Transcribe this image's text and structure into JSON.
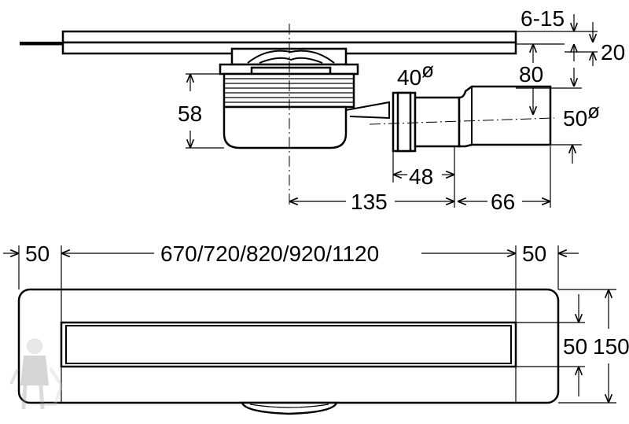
{
  "drawing": {
    "side_view": {
      "grate_height": "6-15",
      "frame_height": "20",
      "trap_depth": "80",
      "outlet_diameter_small": "40",
      "body_height": "58",
      "outlet_diameter_large": "50",
      "spigot_length": "48",
      "center_to_spigot": "135",
      "pipe_length": "66",
      "diameter_symbol": "ø"
    },
    "top_view": {
      "left_margin": "50",
      "channel_lengths": "670/720/820/920/1120",
      "right_margin": "50",
      "channel_width": "50",
      "overall_width": "150"
    }
  }
}
